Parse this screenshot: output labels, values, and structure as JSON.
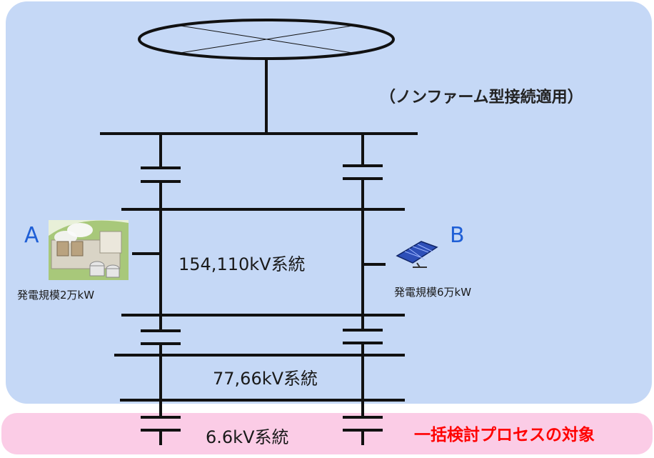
{
  "labels": {
    "non_firm": "（ノンファーム型接続適用）",
    "system_154_110": "154,110kV系統",
    "system_77_66": "77,66kV系統",
    "system_6_6": "6.6kV系統",
    "process_target": "一括検討プロセスの対象"
  },
  "generators": {
    "a": {
      "letter": "A",
      "caption": "発電規模2万kW",
      "icon": "thermal-power-plant-icon"
    },
    "b": {
      "letter": "B",
      "caption": "発電規模6万kW",
      "icon": "solar-panel-icon"
    }
  },
  "colors": {
    "blue_panel": "#c5d8f6",
    "pink_panel": "#fbcce6",
    "letter_blue": "#1f5fd6",
    "highlight_red": "#ff0000",
    "line": "#111111"
  }
}
